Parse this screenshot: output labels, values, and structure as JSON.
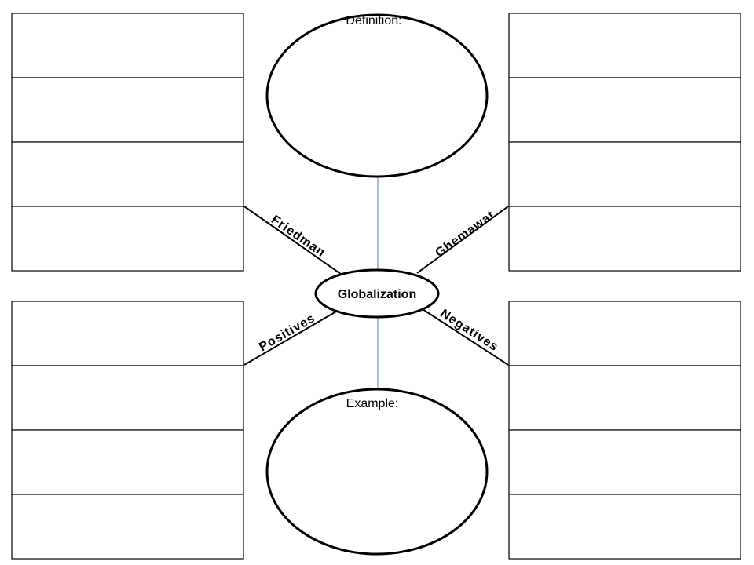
{
  "center": {
    "label": "Globalization"
  },
  "top_circle": {
    "label": "Definition:"
  },
  "bottom_circle": {
    "label": "Example:"
  },
  "spokes": {
    "top_left": "Friedman",
    "top_right": "Ghemawat",
    "bottom_left": "Positives",
    "bottom_right": "Negatives"
  },
  "groups": {
    "top_left": {
      "box_count": 4
    },
    "top_right": {
      "box_count": 4
    },
    "bottom_left": {
      "box_count": 4
    },
    "bottom_right": {
      "box_count": 4
    }
  }
}
